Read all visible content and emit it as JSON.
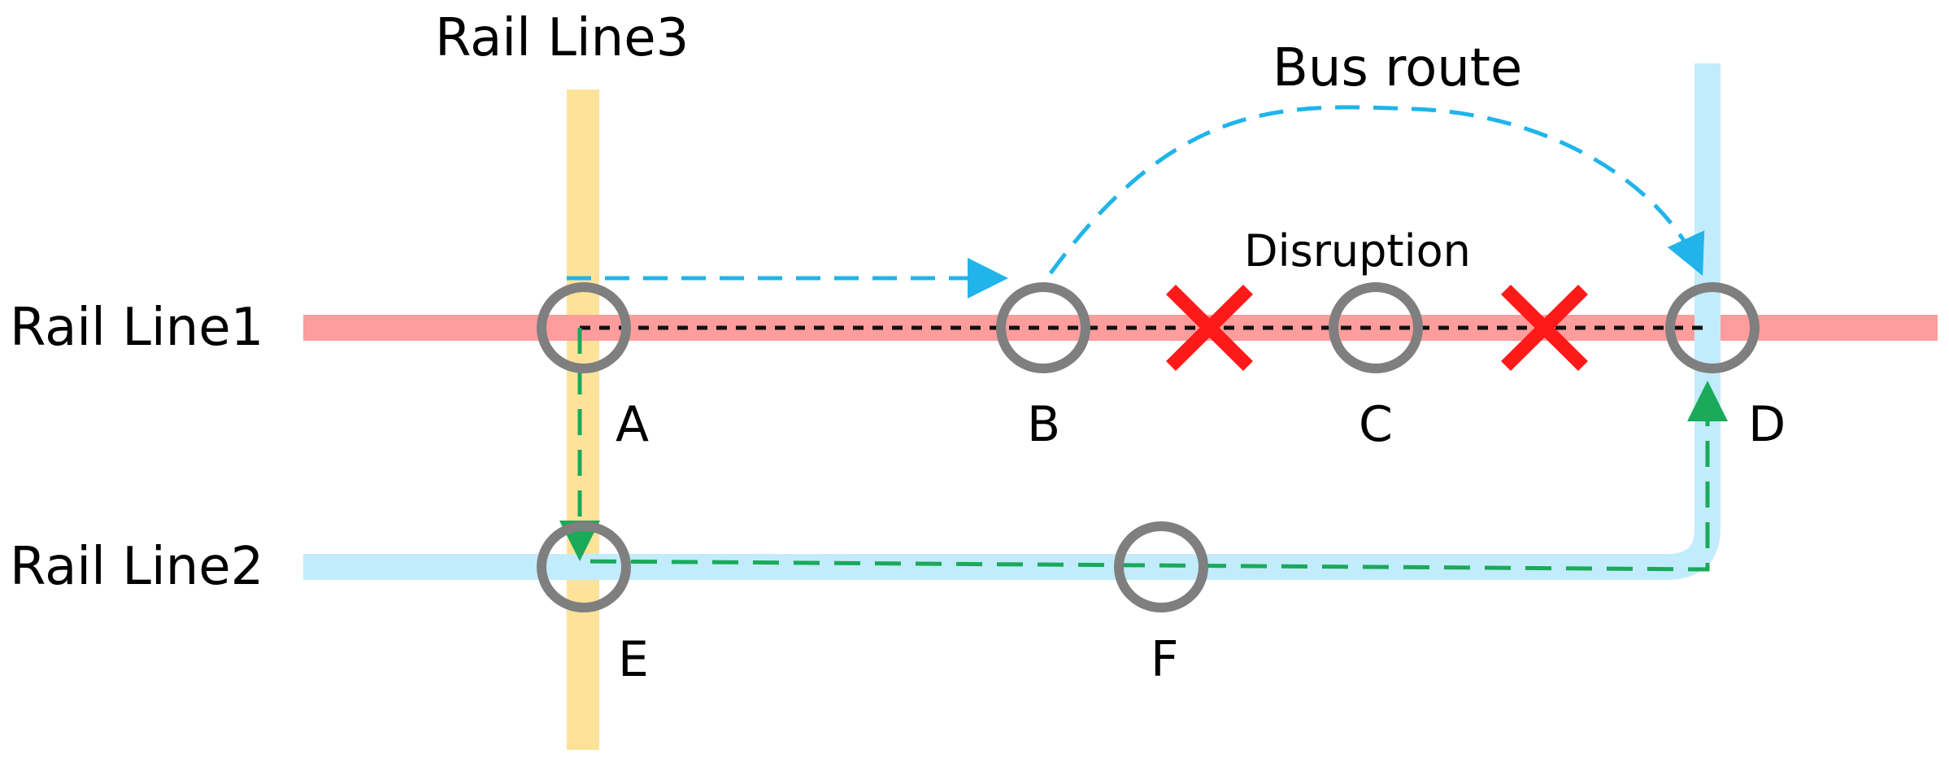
{
  "labels": {
    "rail_line1": "Rail Line1",
    "rail_line2": "Rail Line2",
    "rail_line3": "Rail Line3",
    "bus_route": "Bus route",
    "disruption": "Disruption"
  },
  "stations": {
    "a": "A",
    "b": "B",
    "c": "C",
    "d": "D",
    "e": "E",
    "f": "F"
  },
  "colors": {
    "rail_line1": "#ff9d9d",
    "rail_line2": "#c2ecfb",
    "rail_line3": "#fde39a",
    "bus_route": "#20b4ea",
    "detour_path": "#1aaa5a",
    "disrupted_path": "#111111",
    "station_ring": "#7f7f7f",
    "disruption_mark": "#ff1a1a"
  }
}
